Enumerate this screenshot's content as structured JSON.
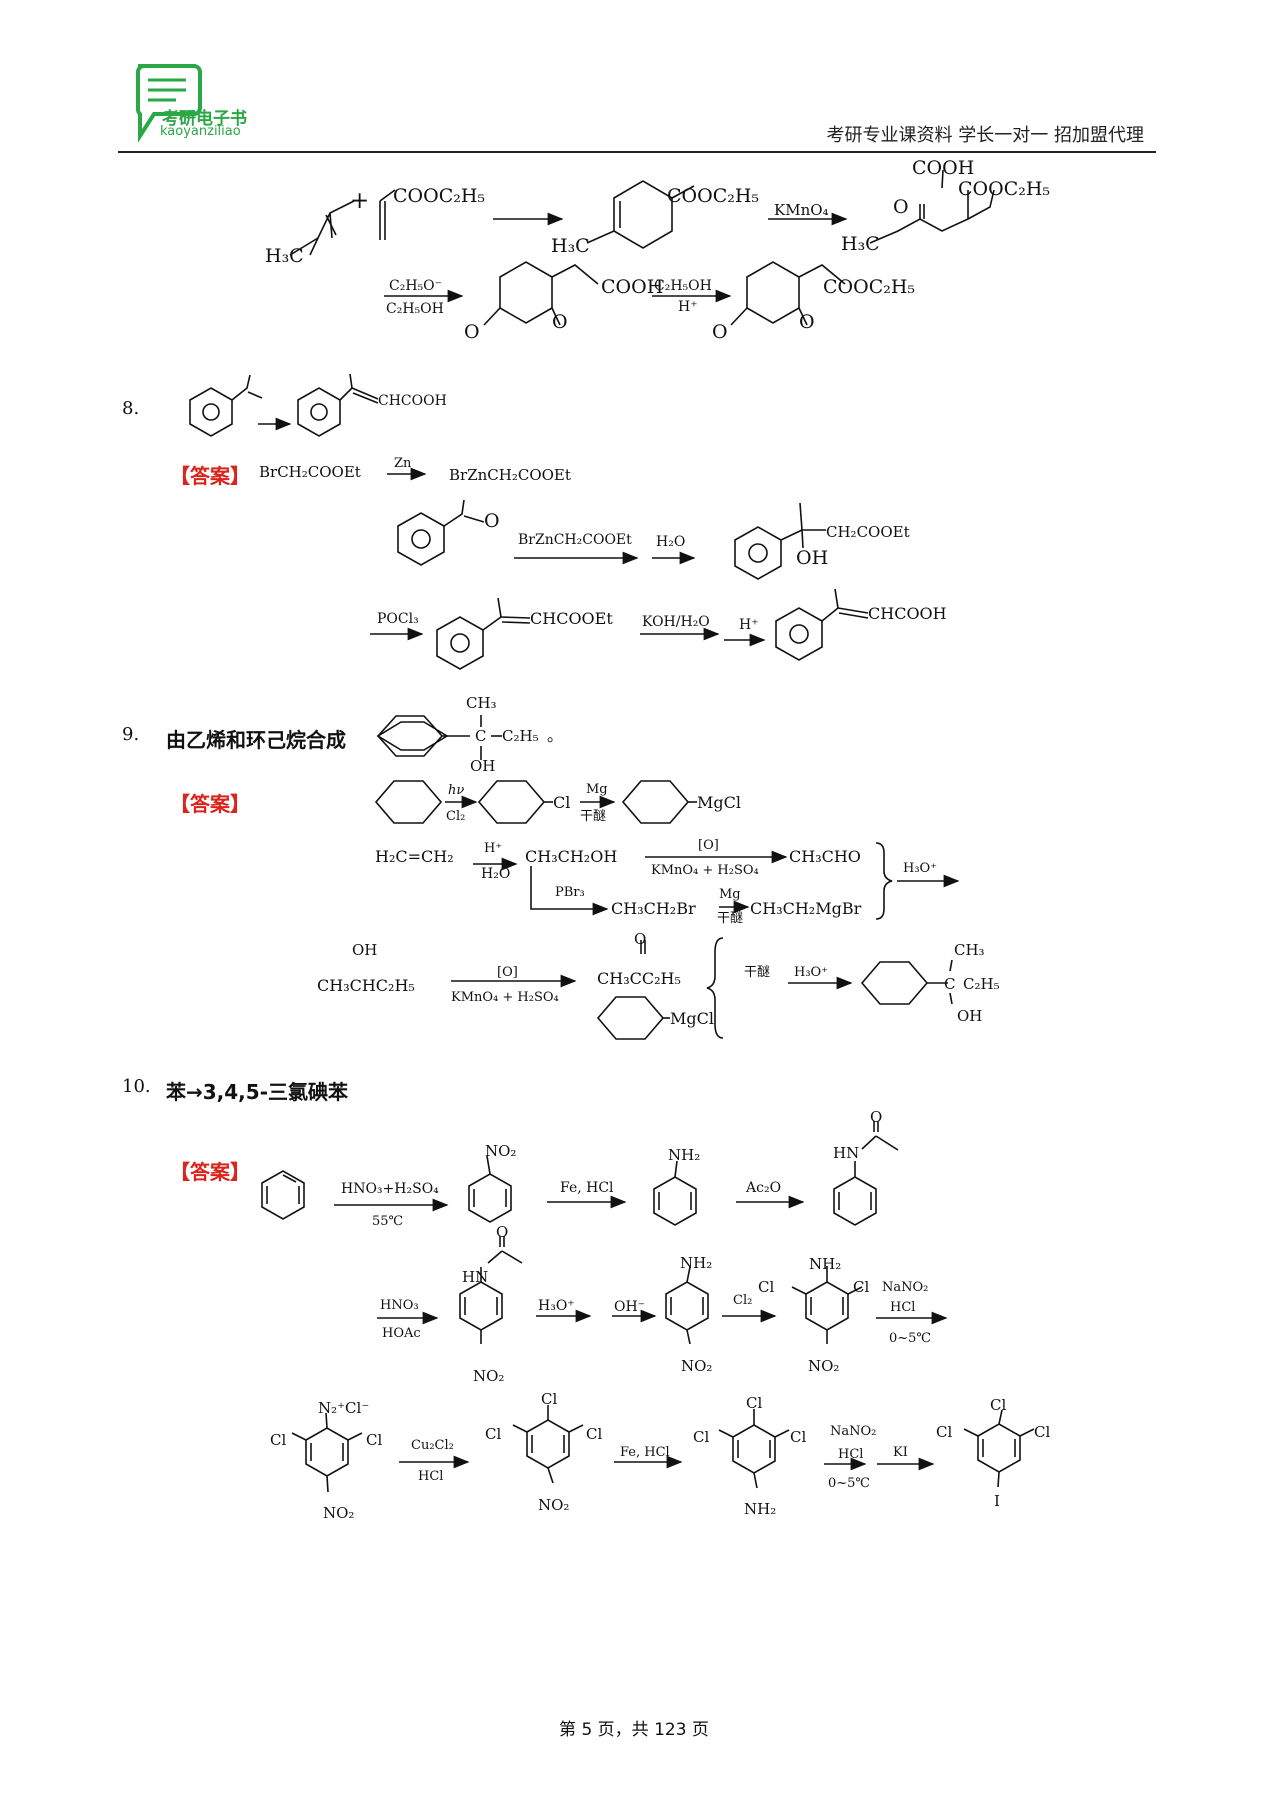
{
  "header": {
    "logo_text": "考研电子书",
    "logo_sub": "kaoyanziliao",
    "tagline": "考研专业课资料  学长一对一  招加盟代理"
  },
  "answer_label": "【答案】",
  "q7": {
    "reagent_cooc2h5": "COOC₂H₅",
    "h3c": "H₃C",
    "kmno4": "KMnO₄",
    "cooh": "COOH",
    "c2h5o": "C₂H₅O⁻",
    "c2h5oh": "C₂H₅OH",
    "h_plus": "H⁺",
    "o": "O"
  },
  "q8": {
    "number": "8.",
    "product_label": "CHCOOH",
    "reagent_left": "BrCH₂COOEt",
    "zn": "Zn",
    "reagent_right": "BrZnCH₂COOEt",
    "o": "O",
    "reagent_arrow": "BrZnCH₂COOEt",
    "h2o": "H₂O",
    "ch2cooet": "CH₂COOEt",
    "oh": "OH",
    "pocl3": "POCl₃",
    "chcooet": "CHCOOEt",
    "koh_h2o": "KOH/H₂O",
    "h_plus": "H⁺",
    "chcooh": "CHCOOH"
  },
  "q9": {
    "number": "9.",
    "title": "由乙烯和环己烷合成",
    "ch3": "CH₃",
    "c": "C",
    "c2h5": "C₂H₅",
    "period": "。",
    "oh": "OH",
    "hv": "hν",
    "cl2": "Cl₂",
    "cl": "Cl",
    "mg": "Mg",
    "dry_ether": "干醚",
    "mgcl": "MgCl",
    "ethylene": "H₂C=CH₂",
    "h_plus": "H⁺",
    "h2o": "H₂O",
    "ethanol": "CH₃CH₂OH",
    "oxidant": "[O]",
    "oxidant_cond": "KMnO₄ + H₂SO₄",
    "acetaldehyde": "CH₃CHO",
    "h3o_plus": "H₃O⁺",
    "pbr3": "PBr₃",
    "ethyl_bromide": "CH₃CH₂Br",
    "ethyl_mgbr": "CH₃CH₂MgBr",
    "butanol": "CH₃CHC₂H₅",
    "butanone": "CH₃CC₂H₅",
    "o": "O"
  },
  "q10": {
    "number": "10.",
    "title": "苯→3,4,5-三氯碘苯",
    "hno3_h2so4": "HNO₃+H₂SO₄",
    "temp_55": "55℃",
    "no2": "NO₂",
    "fe_hcl": "Fe, HCl",
    "nh2": "NH₂",
    "ac2o": "Ac₂O",
    "hn": "HN",
    "o": "O",
    "hno3": "HNO₃",
    "hoac": "HOAc",
    "h3o_plus": "H₃O⁺",
    "oh_minus": "OH⁻",
    "cl2": "Cl₂",
    "cl": "Cl",
    "nano2": "NaNO₂",
    "hcl": "HCl",
    "temp_0_5": "0~5℃",
    "diazonium": "N₂⁺Cl⁻",
    "cu2cl2": "Cu₂Cl₂",
    "ki": "KI",
    "i": "I"
  },
  "footer": {
    "page": "第 5 页，共 123 页"
  }
}
